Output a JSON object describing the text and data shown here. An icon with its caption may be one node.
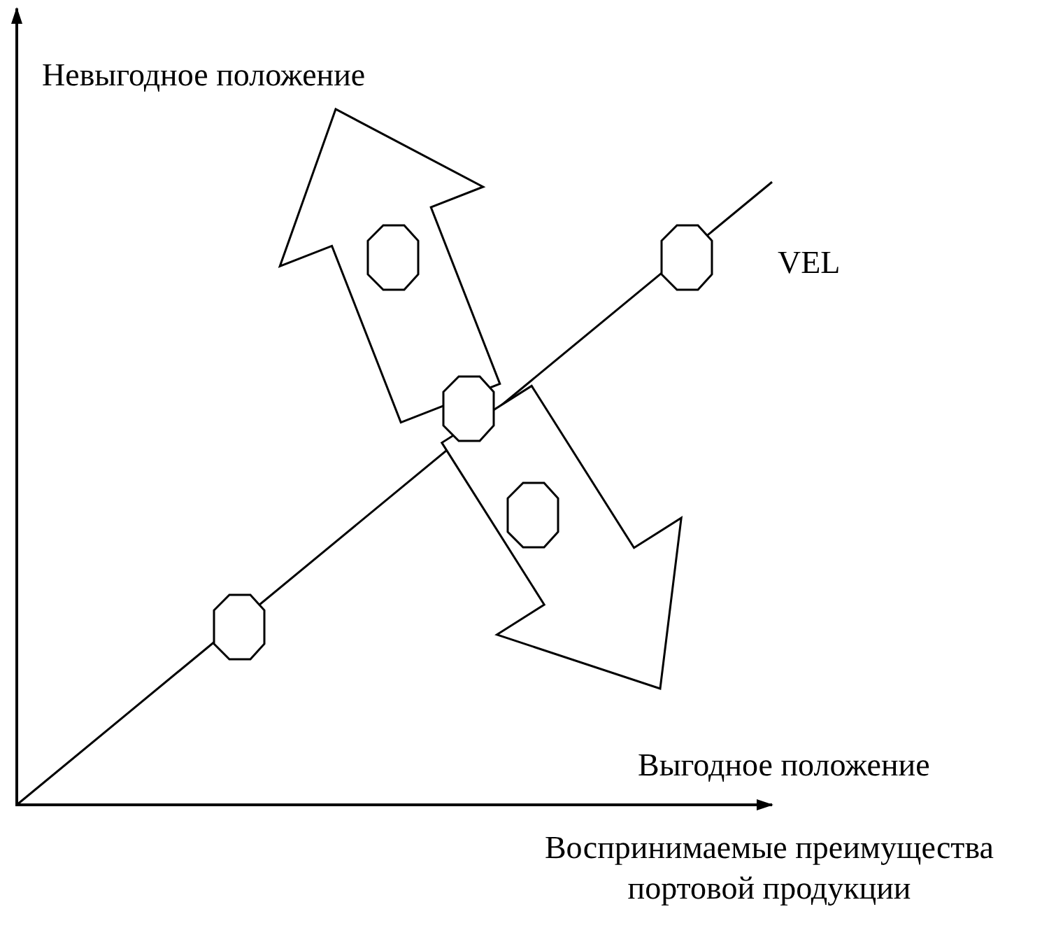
{
  "diagram": {
    "nodes": [
      {
        "text": [],
        "shape": "octagon"
      },
      {
        "text": [],
        "shape": "octagon"
      },
      {
        "text": [],
        "shape": "octagon"
      },
      {
        "text": [],
        "shape": "octagon"
      },
      {
        "text": [],
        "shape": "octagon"
      }
    ],
    "labels": [
      "Невыгодное положение",
      "VEL",
      "Выгодное положение",
      "Воспринимаемые преимущества портовой продукции"
    ]
  }
}
